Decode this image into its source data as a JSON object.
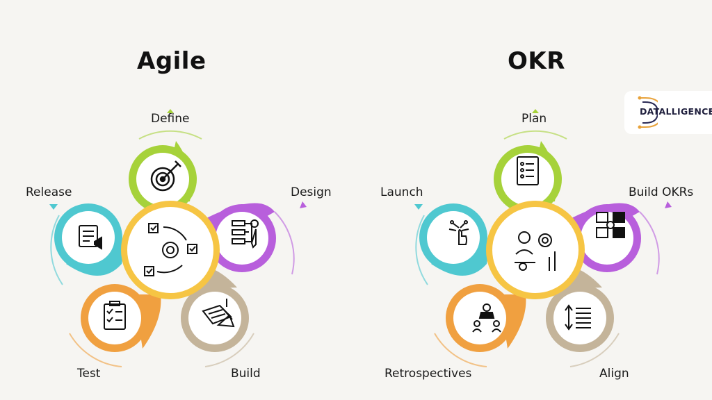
{
  "agile": {
    "title": "Agile",
    "labels": {
      "define": "Define",
      "design": "Design",
      "build": "Build",
      "test": "Test",
      "release": "Release"
    }
  },
  "okr": {
    "title": "OKR",
    "labels": {
      "plan": "Plan",
      "build_okrs": "Build OKRs",
      "align": "Align",
      "retrospectives": "Retrospectives",
      "launch": "Launch"
    }
  },
  "logo": {
    "text": "DATALLIGENCE"
  },
  "colors": {
    "green": "#a6d23a",
    "purple": "#b85fdc",
    "tan": "#c4b49a",
    "orange": "#f0a040",
    "teal": "#4fc8d0",
    "center_ring": "#f6c544"
  },
  "icons": {
    "agile": [
      "target-pencil-icon",
      "workflow-gear-icon",
      "blueprint-icon",
      "checklist-clipboard-icon",
      "document-megaphone-icon",
      "agile-cycle-icon"
    ],
    "okr": [
      "list-icon",
      "okr-dashboard-icon",
      "align-arrows-icon",
      "team-meeting-icon",
      "touch-launch-icon",
      "people-gears-icon"
    ]
  }
}
